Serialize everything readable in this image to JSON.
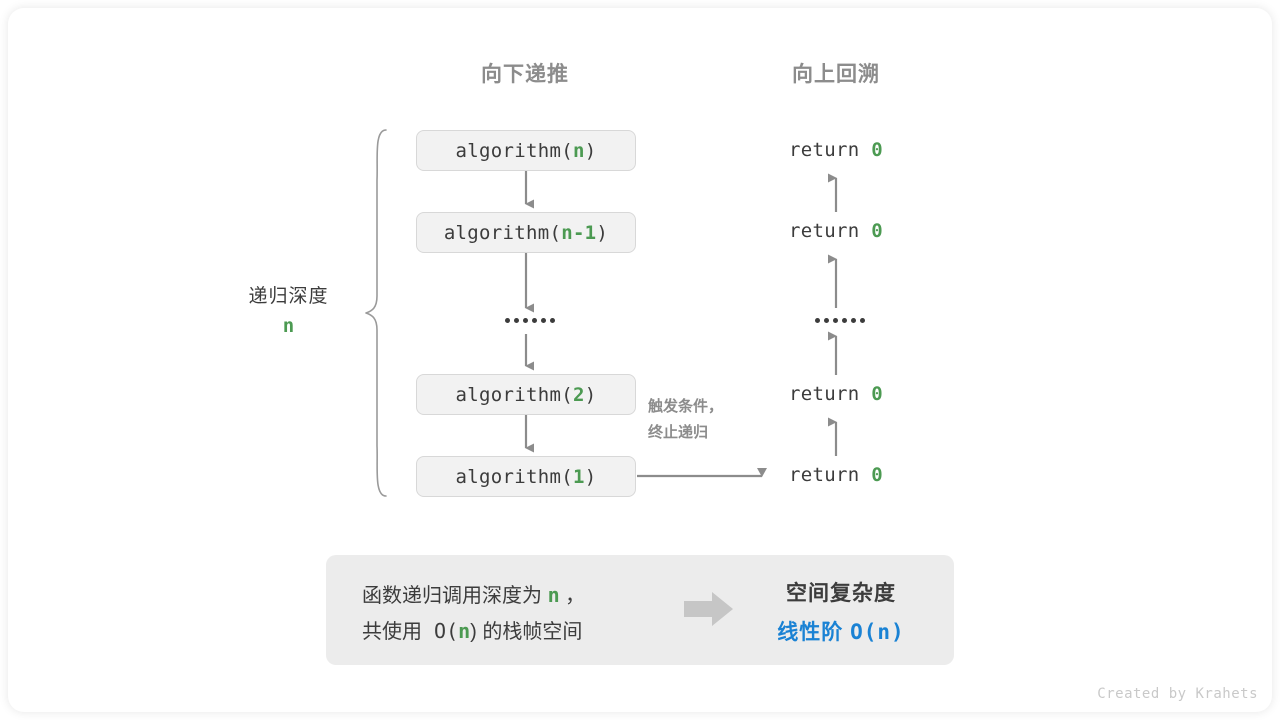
{
  "headers": {
    "left": "向下递推",
    "right": "向上回溯"
  },
  "depth": {
    "label": "递归深度",
    "value": "n"
  },
  "calls": [
    {
      "prefix": "algorithm(",
      "arg": "n",
      "suffix": ")"
    },
    {
      "prefix": "algorithm(",
      "arg": "n-1",
      "suffix": ")"
    },
    {
      "prefix": "algorithm(",
      "arg": "2",
      "suffix": ")"
    },
    {
      "prefix": "algorithm(",
      "arg": "1",
      "suffix": ")"
    }
  ],
  "returns": [
    {
      "keyword": "return ",
      "value": "0"
    },
    {
      "keyword": "return ",
      "value": "0"
    },
    {
      "keyword": "return ",
      "value": "0"
    },
    {
      "keyword": "return ",
      "value": "0"
    }
  ],
  "trigger_note": {
    "line1": "触发条件，",
    "line2": "终止递归"
  },
  "summary": {
    "left_line1_a": "函数递归调用深度为 ",
    "left_line1_n": "n",
    "left_line1_b": " ，",
    "left_line2_a": "共使用 O(",
    "left_line2_n": "n",
    "left_line2_b": ") 的栈帧空间",
    "arrow_icon": "right-block-arrow-icon",
    "right_title": "空间复杂度",
    "right_value_text": "线性阶 ",
    "right_value_mono": "O(n)"
  },
  "credit": "Created by Krahets",
  "colors": {
    "accent_green": "#4c9a52",
    "accent_blue": "#1a82d4",
    "text": "#3c3c3c",
    "muted": "#8c8c8c",
    "box_fill": "#f2f2f2",
    "box_border": "#d8d8d8",
    "panel_fill": "#ececec",
    "arrow_gray": "#8c8c8c",
    "credit_gray": "#c9c9c9"
  }
}
